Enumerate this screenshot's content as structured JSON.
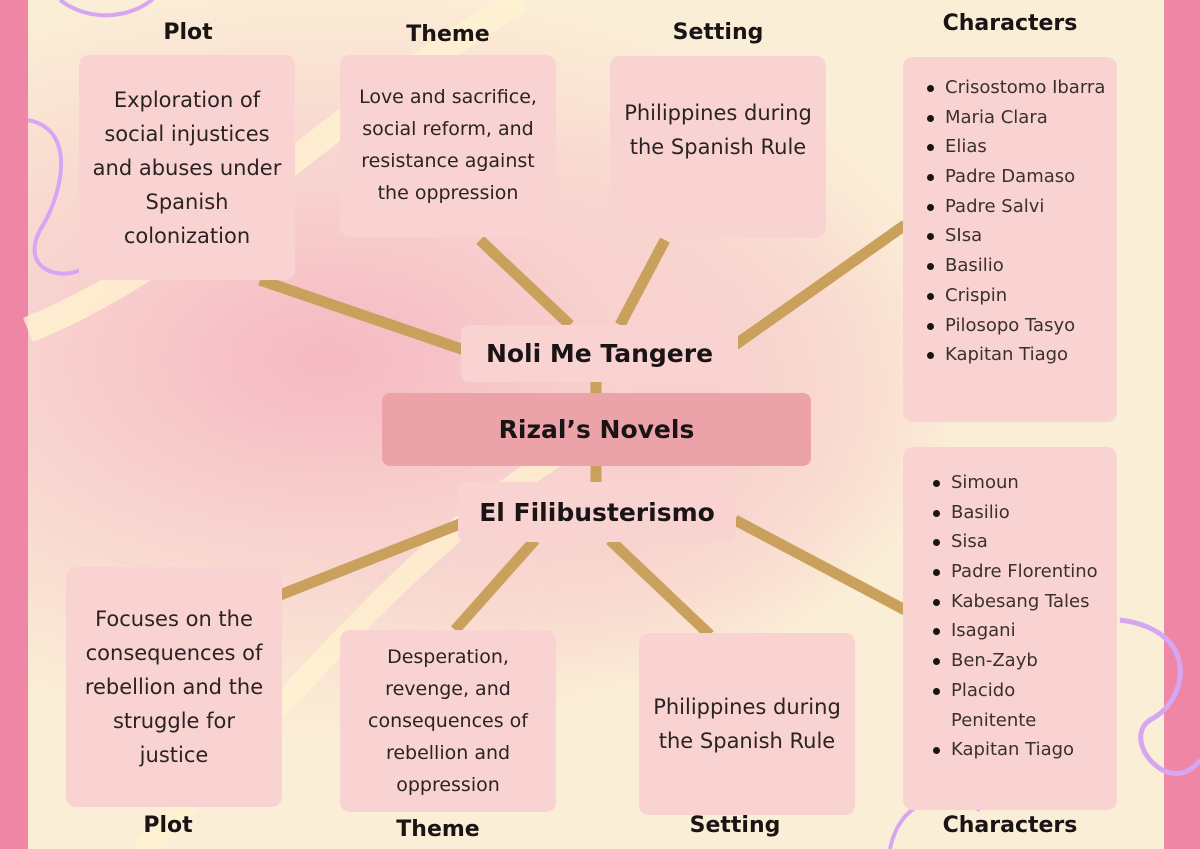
{
  "center": {
    "title": "Rizal’s Novels"
  },
  "noli": {
    "title": "Noli Me Tangere",
    "plot": {
      "header": "Plot",
      "text": "Exploration of\nsocial injustices\nand abuses under\nSpanish\ncolonization"
    },
    "theme": {
      "header": "Theme",
      "text": "Love and sacrifice,\nsocial reform, and\nresistance against\nthe oppression"
    },
    "setting": {
      "header": "Setting",
      "text": "Philippines during\nthe Spanish Rule"
    },
    "characters": {
      "header": "Characters",
      "items": [
        "Crisostomo Ibarra",
        "Maria Clara",
        "Elias",
        "Padre Damaso",
        "Padre Salvi",
        "SIsa",
        "Basilio",
        "Crispin",
        "Pilosopo Tasyo",
        "Kapitan Tiago"
      ]
    }
  },
  "fili": {
    "title": "El Filibusterismo",
    "plot": {
      "header": "Plot",
      "text": "Focuses on the\nconsequences of\nrebellion and the\nstruggle for\njustice"
    },
    "theme": {
      "header": "Theme",
      "text": "Desperation,\nrevenge, and\nconsequences of\nrebellion and\noppression"
    },
    "setting": {
      "header": "Setting",
      "text": "Philippines during\nthe Spanish Rule"
    },
    "characters": {
      "header": "Characters",
      "items": [
        "Simoun",
        "Basilio",
        "Sisa",
        "Padre Florentino",
        "Kabesang Tales",
        "Isagani",
        "Ben-Zayb",
        "Placido\nPenitente",
        "Kapitan Tiago"
      ]
    }
  },
  "colors": {
    "background": "#fbeed6",
    "border": "#ef86a6",
    "box": "#f8d3d2",
    "center_box": "#eba3a9",
    "connector": "#c9a15c",
    "decor_line": "#d7a6f2"
  }
}
